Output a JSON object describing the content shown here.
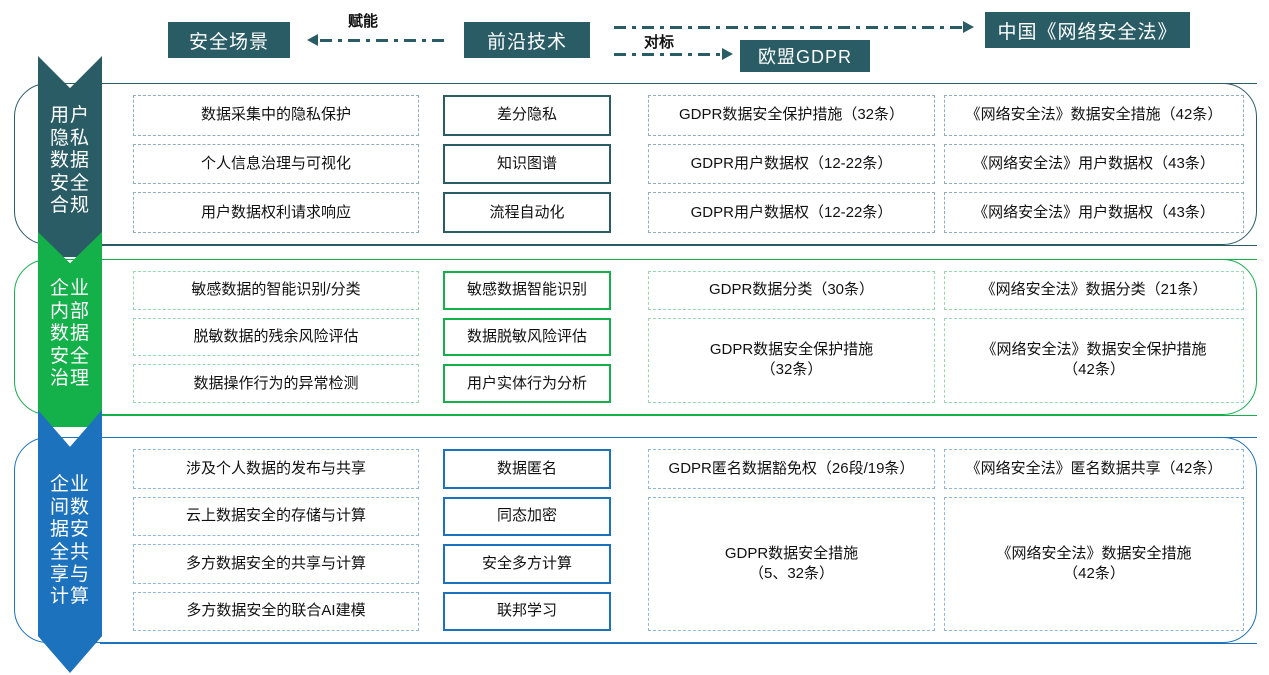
{
  "header": {
    "scene_box": "安全场景",
    "tech_box": "前沿技术",
    "gdpr_box": "欧盟GDPR",
    "china_box": "中国《网络安全法》",
    "enable_label": "赋能",
    "benchmark_label": "对标"
  },
  "colors": {
    "teal": "#2a5c66",
    "teal_light": "#8fb0b8",
    "green": "#14b04a",
    "green_light": "#97d9b1",
    "blue": "#1c72bd",
    "blue_light": "#8fb8dd"
  },
  "rows": [
    {
      "id": "user-privacy",
      "band_label": "用户\n隐私\n数据\n安全\n合规",
      "scenes": [
        "数据采集中的隐私保护",
        "个人信息治理与可视化",
        "用户数据权利请求响应"
      ],
      "techs": [
        "差分隐私",
        "知识图谱",
        "流程自动化"
      ],
      "gdpr": [
        "GDPR数据安全保护措施（32条）",
        "GDPR用户数据权（12-22条）",
        "GDPR用户数据权（12-22条）"
      ],
      "china": [
        "《网络安全法》数据安全措施（42条）",
        "《网络安全法》用户数据权（43条）",
        "《网络安全法》用户数据权（43条）"
      ]
    },
    {
      "id": "internal-governance",
      "band_label": "企业\n内部\n数据\n安全\n治理",
      "scenes": [
        "敏感数据的智能识别/分类",
        "脱敏数据的残余风险评估",
        "数据操作行为的异常检测"
      ],
      "techs": [
        "敏感数据智能识别",
        "数据脱敏风险评估",
        "用户实体行为分析"
      ],
      "gdpr": [
        "GDPR数据分类（30条）",
        "GDPR数据安全保护措施\n（32条）"
      ],
      "china": [
        "《网络安全法》数据分类（21条）",
        "《网络安全法》数据安全保护措施\n（42条）"
      ]
    },
    {
      "id": "inter-enterprise-sharing",
      "band_label": "企业\n间数\n据安\n全共\n享与\n计算",
      "scenes": [
        "涉及个人数据的发布与共享",
        "云上数据安全的存储与计算",
        "多方数据安全的共享与计算",
        "多方数据安全的联合AI建模"
      ],
      "techs": [
        "数据匿名",
        "同态加密",
        "安全多方计算",
        "联邦学习"
      ],
      "gdpr": [
        "GDPR匿名数据豁免权（26段/19条）",
        "GDPR数据安全措施\n（5、32条）"
      ],
      "china": [
        "《网络安全法》匿名数据共享（42条）",
        "《网络安全法》数据安全措施\n（42条）"
      ]
    }
  ]
}
